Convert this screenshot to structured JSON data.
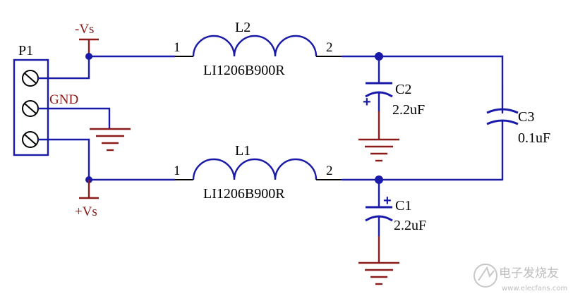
{
  "connector": {
    "ref": "P1"
  },
  "nets": {
    "neg_supply": "-Vs",
    "pos_supply": "+Vs",
    "ground": "GND"
  },
  "inductors": [
    {
      "ref": "L2",
      "part": "LI1206B900R",
      "pin1": "1",
      "pin2": "2"
    },
    {
      "ref": "L1",
      "part": "LI1206B900R",
      "pin1": "1",
      "pin2": "2"
    }
  ],
  "capacitors": [
    {
      "ref": "C2",
      "value": "2.2uF",
      "polarity": "+"
    },
    {
      "ref": "C3",
      "value": "0.1uF"
    },
    {
      "ref": "C1",
      "value": "2.2uF",
      "polarity": "+"
    }
  ],
  "watermark": {
    "text": "电子发烧友",
    "url": "www.elecfans.com"
  },
  "colors": {
    "wire": "#1a1aa8",
    "net_label": "#8b1a1a",
    "pin_text": "#000000"
  }
}
